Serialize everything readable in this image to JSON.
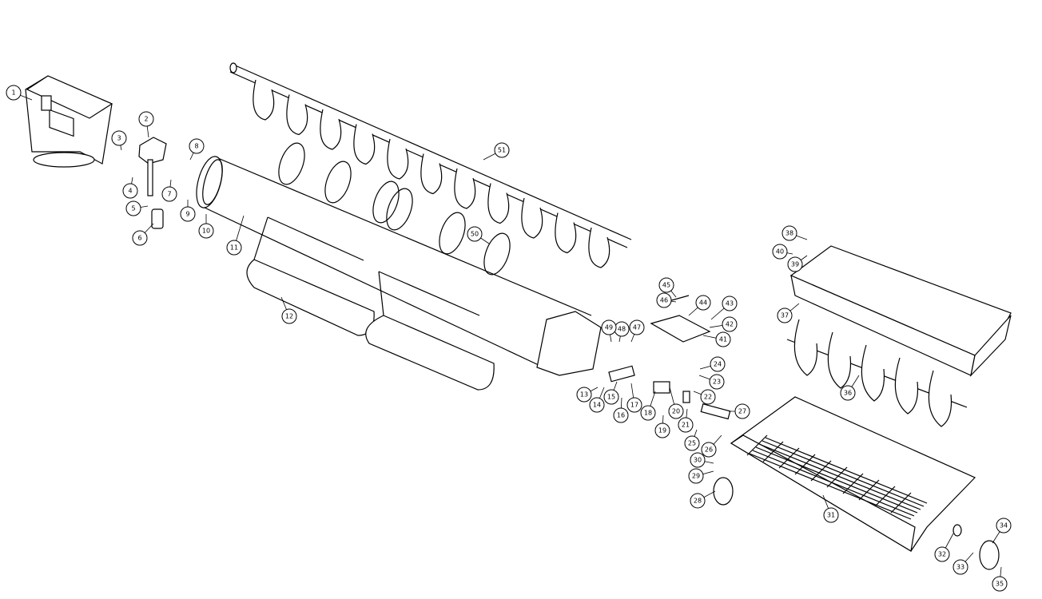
{
  "diagram": {
    "type": "exploded parts diagram",
    "callouts": [
      "1",
      "2",
      "3",
      "4",
      "5",
      "6",
      "7",
      "8",
      "9",
      "10",
      "11",
      "12",
      "13",
      "14",
      "15",
      "16",
      "17",
      "18",
      "19",
      "20",
      "21",
      "22",
      "23",
      "24",
      "25",
      "26",
      "27",
      "28",
      "29",
      "30",
      "31",
      "32",
      "33",
      "34",
      "35",
      "36",
      "37",
      "38",
      "39",
      "40",
      "41",
      "42",
      "43",
      "44",
      "45",
      "46",
      "47",
      "48",
      "49",
      "50",
      "51"
    ]
  }
}
